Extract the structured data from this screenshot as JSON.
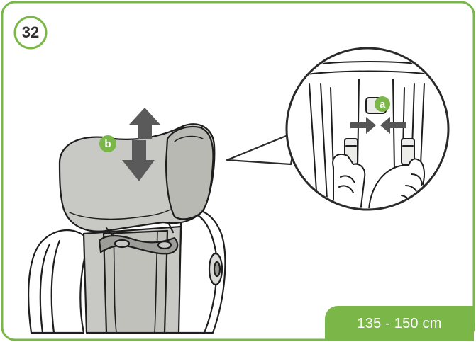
{
  "step": {
    "number": "32"
  },
  "callouts": {
    "a": "a",
    "b": "b"
  },
  "height_range": "135 - 150 cm",
  "colors": {
    "accent_green": "#7ab648",
    "arrow_gray": "#5a5a5a",
    "seat_gray": "#c8c9c4",
    "outline": "#1e1e1e"
  },
  "icons": [
    "up-down-arrow-icon",
    "inward-arrows-icon"
  ]
}
